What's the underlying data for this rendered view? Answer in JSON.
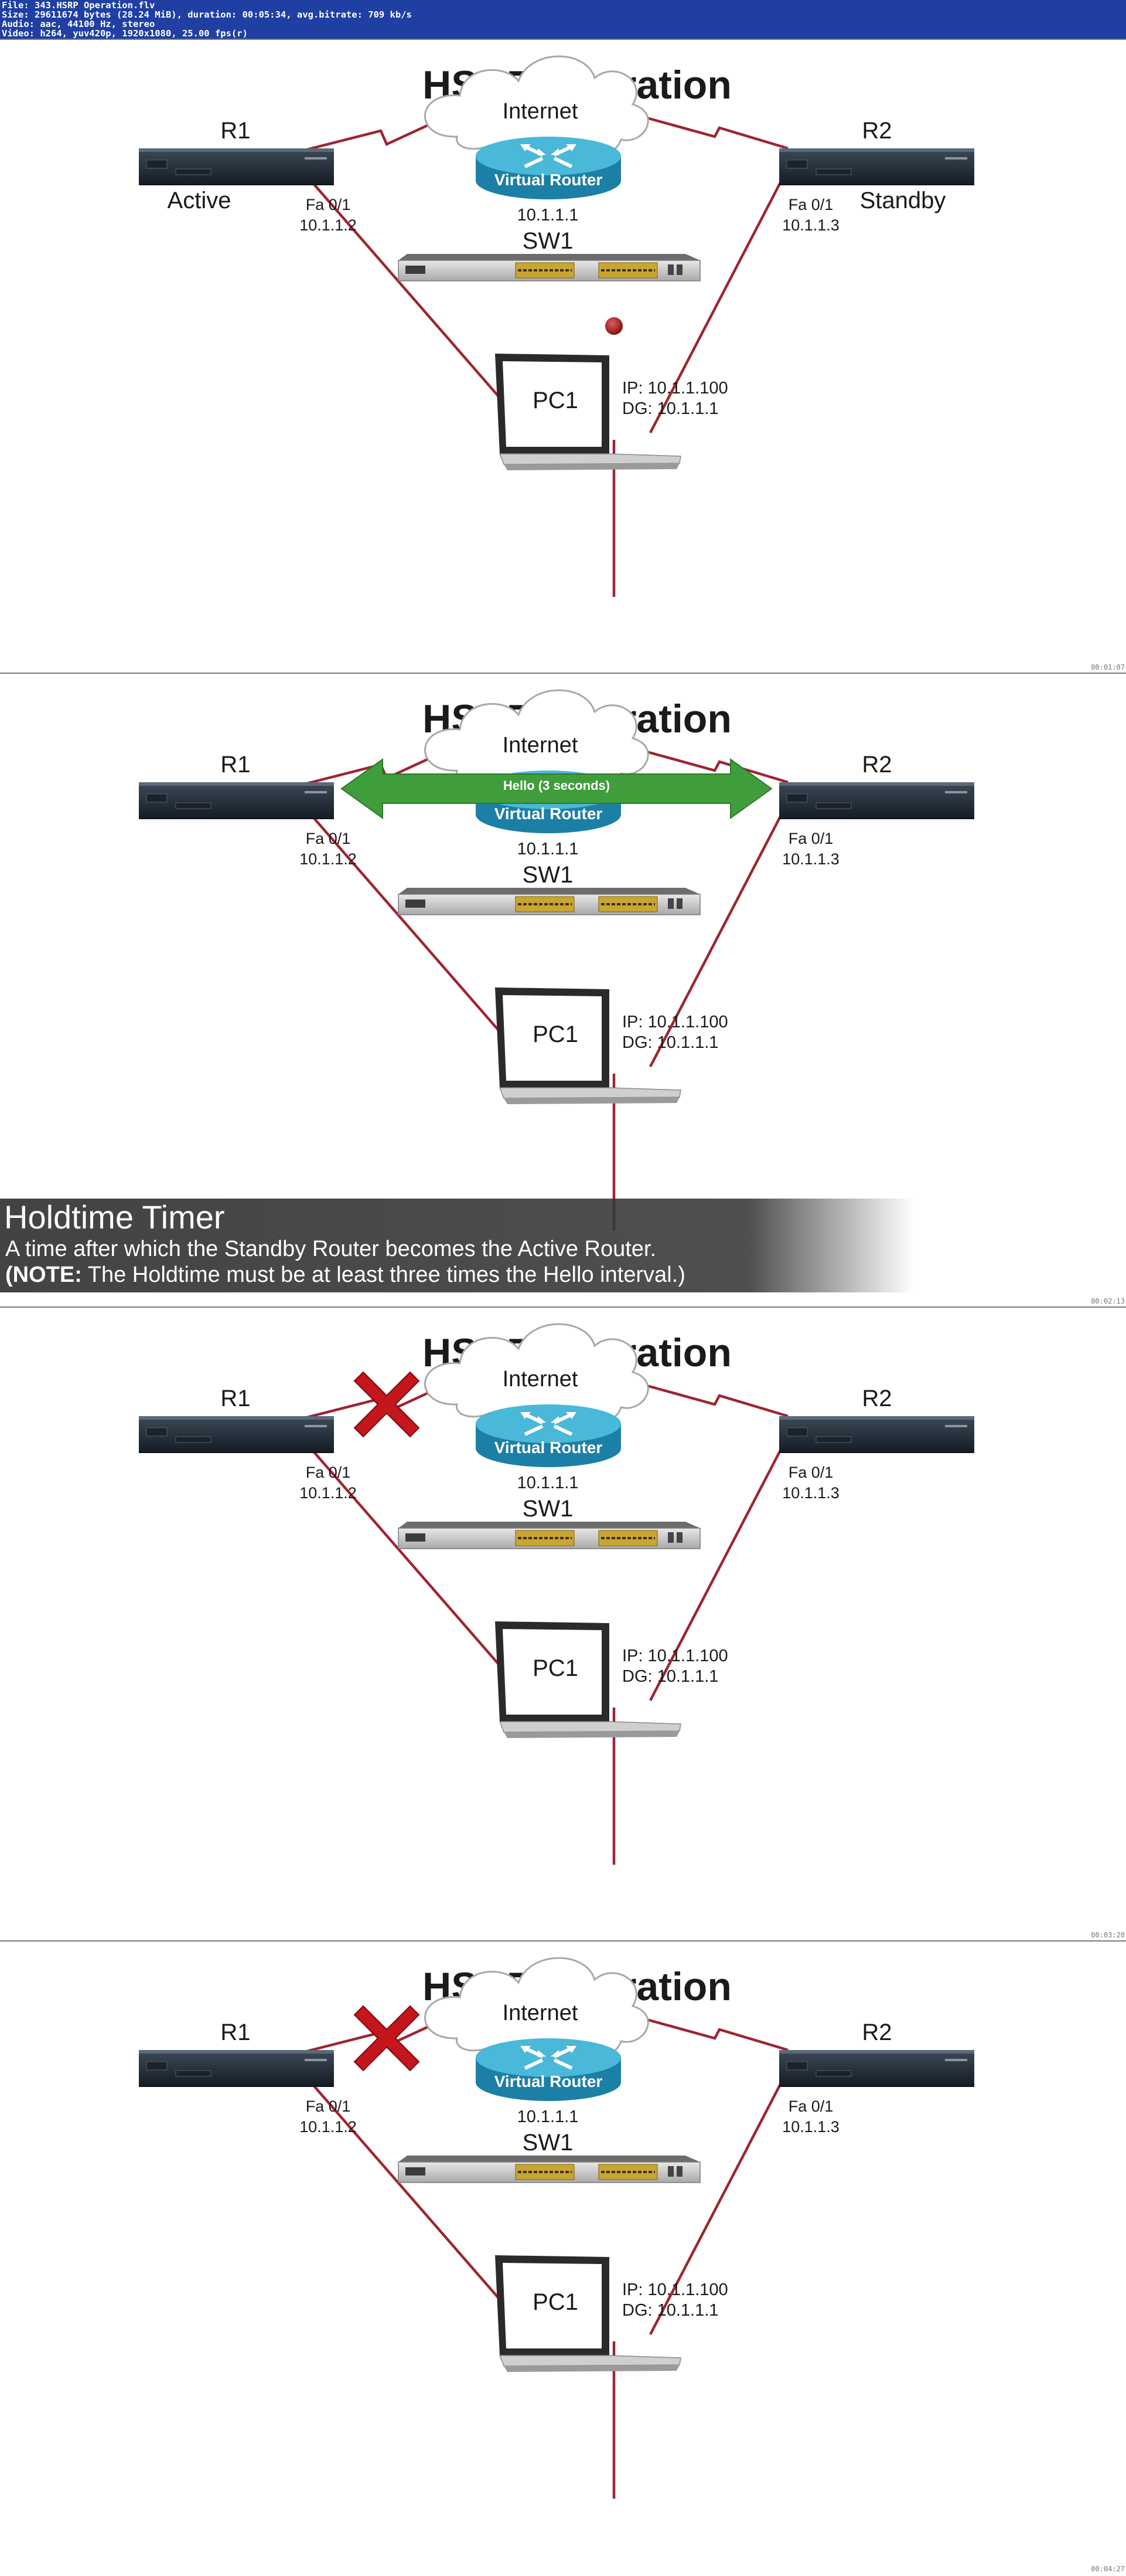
{
  "file_info": [
    "File: 343.HSRP Operation.flv",
    "Size: 29611674 bytes (28.24 MiB), duration: 00:05:34, avg.bitrate: 709 kb/s",
    "Audio: aac, 44100 Hz, stereo",
    "Video: h264, yuv420p, 1920x1080, 25.00 fps(r)"
  ],
  "slide": {
    "title": "HSRP Operation",
    "internet": "Internet",
    "r1": "R1",
    "r2": "R2",
    "virtual_router": "Virtual Router",
    "vip": "10.1.1.1",
    "sw1": "SW1",
    "pc1": "PC1",
    "r1_port": "Fa 0/1",
    "r1_ip": "10.1.1.2",
    "r2_port": "Fa 0/1",
    "r2_ip": "10.1.1.3",
    "pc_ip": "IP: 10.1.1.100",
    "pc_dg": "DG: 10.1.1.1"
  },
  "frame1": {
    "active": "Active",
    "standby": "Standby",
    "timestamp": "00:01:07"
  },
  "frame2": {
    "hello": "Hello (3 seconds)",
    "overlay_title": "Holdtime Timer",
    "overlay_line1": "A time after which the Standby Router becomes the Active Router.",
    "overlay_note_label": "(NOTE:",
    "overlay_note_text": " The Holdtime must be at least three times the Hello interval.)",
    "timestamp": "00:02:13"
  },
  "frame3": {
    "timestamp": "00:03:20"
  },
  "frame4": {
    "timestamp": "00:04:27"
  },
  "colors": {
    "link": "#9e2530",
    "header": "#1f3fa3",
    "router_top": "#4ab8d8",
    "router_side": "#1c7fa6",
    "hello_arrow": "#3f9d3b",
    "x_mark": "#c4161c"
  }
}
